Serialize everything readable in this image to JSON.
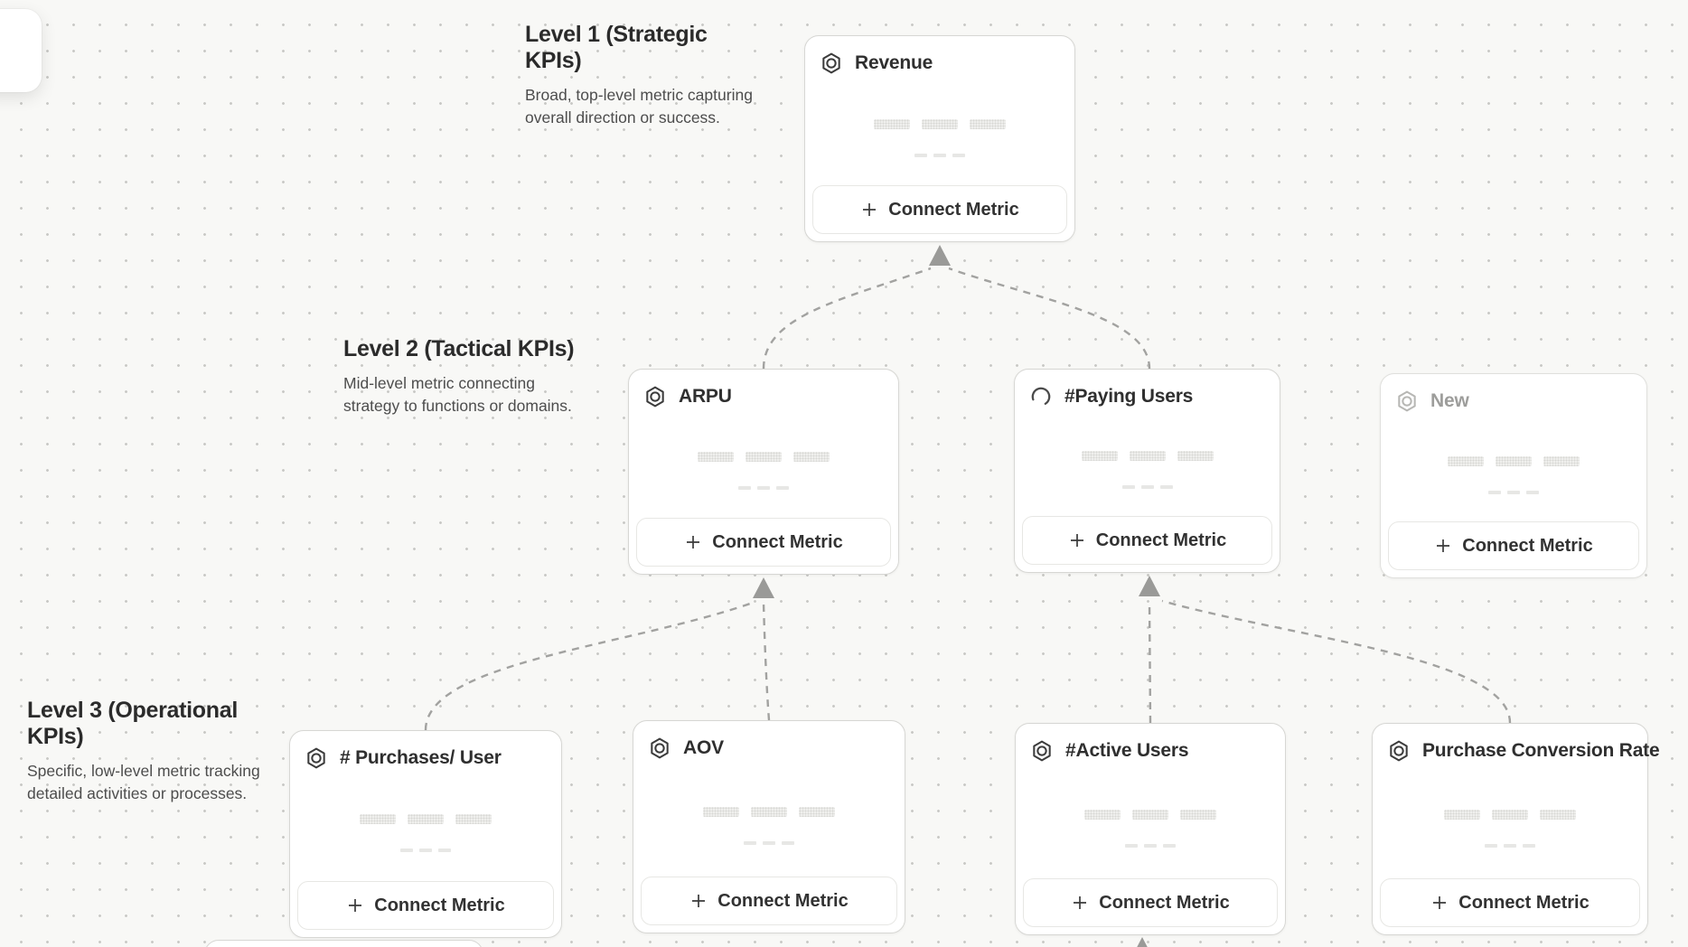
{
  "levels": [
    {
      "title": "Level 1 (Strategic KPIs)",
      "description": "Broad, top-level metric capturing overall direction or success."
    },
    {
      "title": "Level 2 (Tactical KPIs)",
      "description": "Mid-level metric connecting strategy to functions or domains."
    },
    {
      "title": "Level 3 (Operational KPIs)",
      "description": "Specific, low-level metric tracking detailed activities or processes."
    }
  ],
  "cards": [
    {
      "title": "Revenue",
      "icon": "metric-hexagon",
      "button_label": "Connect Metric"
    },
    {
      "title": "ARPU",
      "icon": "metric-hexagon",
      "button_label": "Connect Metric"
    },
    {
      "title": "#Paying Users",
      "icon": "loading-spinner",
      "button_label": "Connect Metric"
    },
    {
      "title": "New",
      "icon": "metric-hexagon",
      "muted": true,
      "button_label": "Connect Metric"
    },
    {
      "title": "# Purchases/ User",
      "icon": "metric-hexagon",
      "button_label": "Connect Metric"
    },
    {
      "title": "AOV",
      "icon": "metric-hexagon",
      "button_label": "Connect Metric"
    },
    {
      "title": "#Active Users",
      "icon": "metric-hexagon",
      "button_label": "Connect Metric"
    },
    {
      "title": "Purchase Conversion Rate",
      "icon": "metric-hexagon",
      "button_label": "Connect Metric"
    }
  ],
  "colors": {
    "canvas_background": "#f8f8f6",
    "grid_dot": "#c9c9c6",
    "card_border": "#d7d7d4",
    "connector": "#a2a2a0",
    "arrowhead": "#9a9a98",
    "title_text": "#2f2f2f",
    "muted_text": "#9d9d9b"
  }
}
